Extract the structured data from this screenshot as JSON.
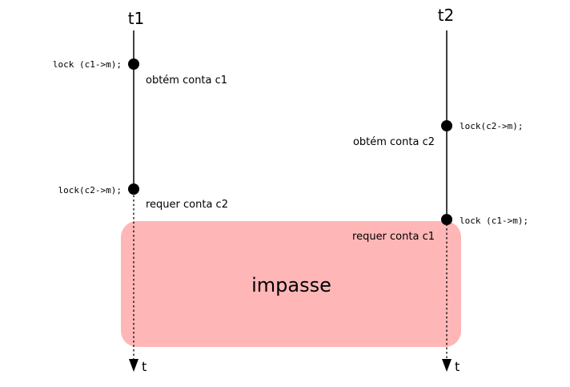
{
  "threads": [
    {
      "name": "t1",
      "time_label": "t"
    },
    {
      "name": "t2",
      "time_label": "t"
    }
  ],
  "events": {
    "t1_lock_c1": {
      "code": "lock (c1->m);",
      "description": "obtém conta c1"
    },
    "t1_lock_c2": {
      "code": "lock(c2->m);",
      "description": "requer conta c2"
    },
    "t2_lock_c2": {
      "code": "lock(c2->m);",
      "description": "obtém conta c2"
    },
    "t2_lock_c1": {
      "code": "lock (c1->m);",
      "description": "requer conta c1"
    }
  },
  "deadlock": {
    "label": "impasse",
    "color": "#ffb6b6"
  },
  "colors": {
    "line": "#000000",
    "dot": "#000000"
  }
}
